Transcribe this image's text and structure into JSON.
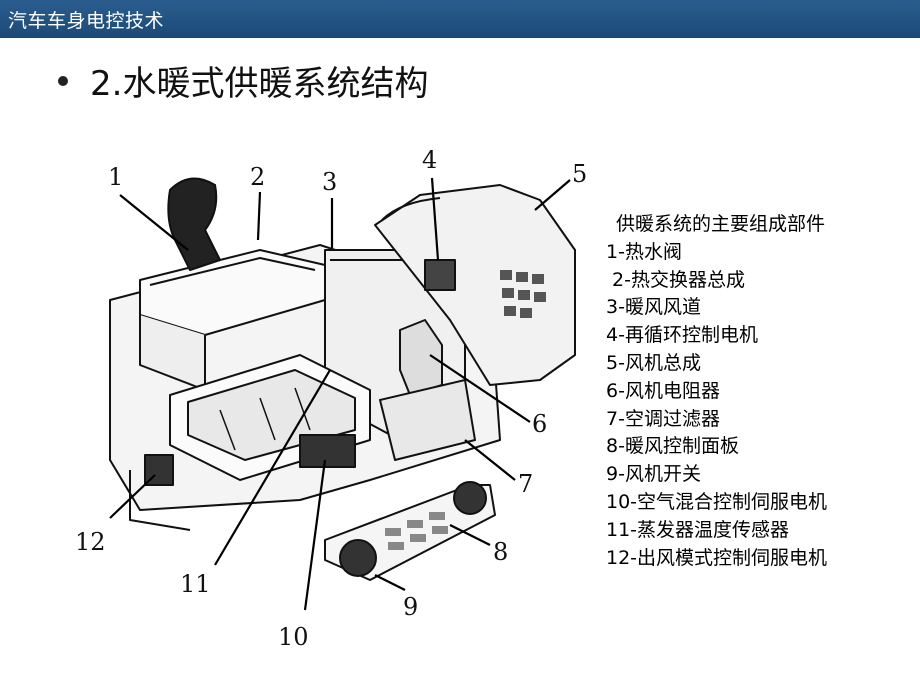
{
  "header": {
    "title": "汽车车身电控技术"
  },
  "slide": {
    "heading": "2.水暖式供暖系统结构"
  },
  "diagram": {
    "callouts": [
      "1",
      "2",
      "3",
      "4",
      "5",
      "6",
      "7",
      "8",
      "9",
      "10",
      "11",
      "12"
    ]
  },
  "legend": {
    "title": "供暖系统的主要组成部件",
    "items": [
      "1-热水阀",
      "2-热交换器总成",
      "3-暖风风道",
      "4-再循环控制电机",
      "5-风机总成",
      "6-风机电阻器",
      "7-空调过滤器",
      "8-暖风控制面板",
      "9-风机开关",
      "10-空气混合控制伺服电机",
      "11-蒸发器温度传感器",
      "12-出风模式控制伺服电机"
    ]
  }
}
